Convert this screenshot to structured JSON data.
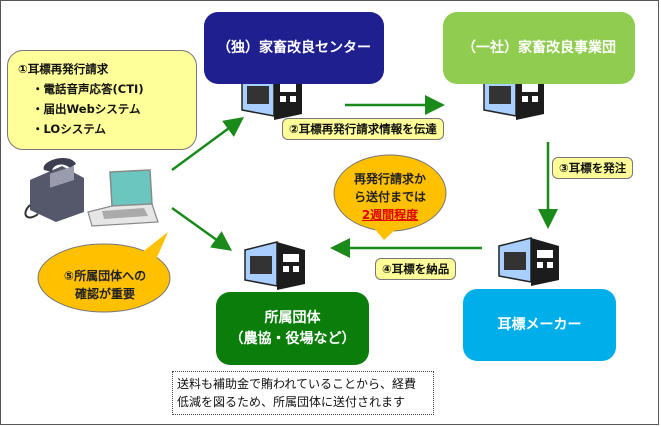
{
  "boxes": {
    "center": "（独）家畜改良センター",
    "association": "（一社）家畜改良事業団",
    "group_line1": "所属団体",
    "group_line2": "（農協・役場など）",
    "maker": "耳標メーカー"
  },
  "steps": {
    "step1_title": "①耳標再発行請求",
    "step1_items": [
      "・電話音声応答(CTI)",
      "・届出Webシステム",
      "・LOシステム"
    ],
    "step2": "②耳標再発行請求情報を伝達",
    "step3": "③耳標を発注",
    "step4": "④耳標を納品"
  },
  "bubbles": {
    "duration_line1": "再発行請求か",
    "duration_line2": "ら送付までは",
    "duration_highlight": "2週間程度",
    "step5_line1": "⑤所属団体への",
    "step5_line2": "確認が重要"
  },
  "note": {
    "line1": "送料も補助金で賄われていることから、経費",
    "line2": "低減を図るため、所属団体に送付されます"
  },
  "colors": {
    "center": "#1f1f8f",
    "association": "#8fcc50",
    "group": "#0a7d0a",
    "maker": "#00aeea",
    "arrow": "#1a8a1a",
    "callout": "#ffff99",
    "bubble": "#ffc000",
    "highlight": "#e00000"
  }
}
